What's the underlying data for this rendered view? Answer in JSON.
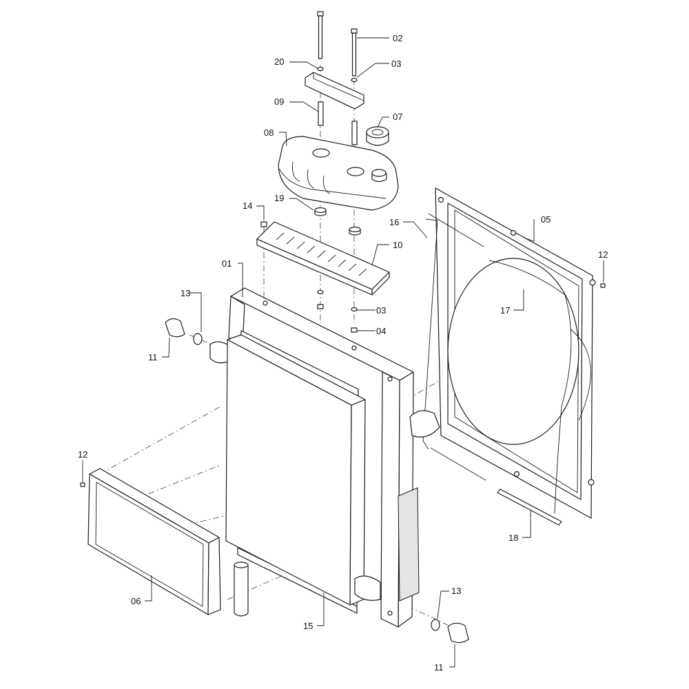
{
  "diagram": {
    "callouts": [
      {
        "id": "c-02-top",
        "text": "02"
      },
      {
        "id": "c-20",
        "text": "20"
      },
      {
        "id": "c-03-top",
        "text": "03"
      },
      {
        "id": "c-09",
        "text": "09"
      },
      {
        "id": "c-07",
        "text": "07"
      },
      {
        "id": "c-08",
        "text": "08"
      },
      {
        "id": "c-19",
        "text": "19"
      },
      {
        "id": "c-14",
        "text": "14"
      },
      {
        "id": "c-16",
        "text": "16"
      },
      {
        "id": "c-05",
        "text": "05"
      },
      {
        "id": "c-10",
        "text": "10"
      },
      {
        "id": "c-01",
        "text": "01"
      },
      {
        "id": "c-12-right",
        "text": "12"
      },
      {
        "id": "c-13-top",
        "text": "13"
      },
      {
        "id": "c-17",
        "text": "17"
      },
      {
        "id": "c-03-mid",
        "text": "03"
      },
      {
        "id": "c-04",
        "text": "04"
      },
      {
        "id": "c-11-top",
        "text": "11"
      },
      {
        "id": "c-12-left",
        "text": "12"
      },
      {
        "id": "c-18",
        "text": "18"
      },
      {
        "id": "c-13-bottom",
        "text": "13"
      },
      {
        "id": "c-06",
        "text": "06"
      },
      {
        "id": "c-15",
        "text": "15"
      },
      {
        "id": "c-11-bottom",
        "text": "11"
      }
    ]
  }
}
